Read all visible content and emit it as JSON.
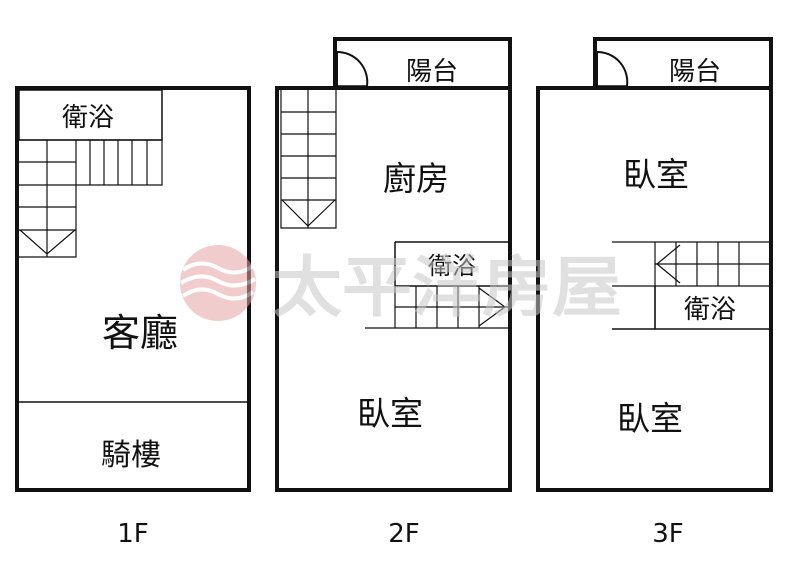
{
  "colors": {
    "wall": "#111111",
    "watermark_text": "#d9d9d9",
    "watermark_logo": "#e8a0a0"
  },
  "watermark": {
    "text": "太平洋房屋",
    "logo_icon": "wave-circle-logo-icon"
  },
  "floors": [
    {
      "label": "1F",
      "rooms": {
        "bathroom": "衛浴",
        "living_room": "客廳",
        "arcade": "騎樓"
      }
    },
    {
      "label": "2F",
      "rooms": {
        "balcony": "陽台",
        "kitchen": "廚房",
        "bathroom": "衛浴",
        "bedroom": "臥室"
      }
    },
    {
      "label": "3F",
      "rooms": {
        "balcony": "陽台",
        "bedroom_upper": "臥室",
        "bathroom": "衛浴",
        "bedroom_lower": "臥室"
      }
    }
  ]
}
